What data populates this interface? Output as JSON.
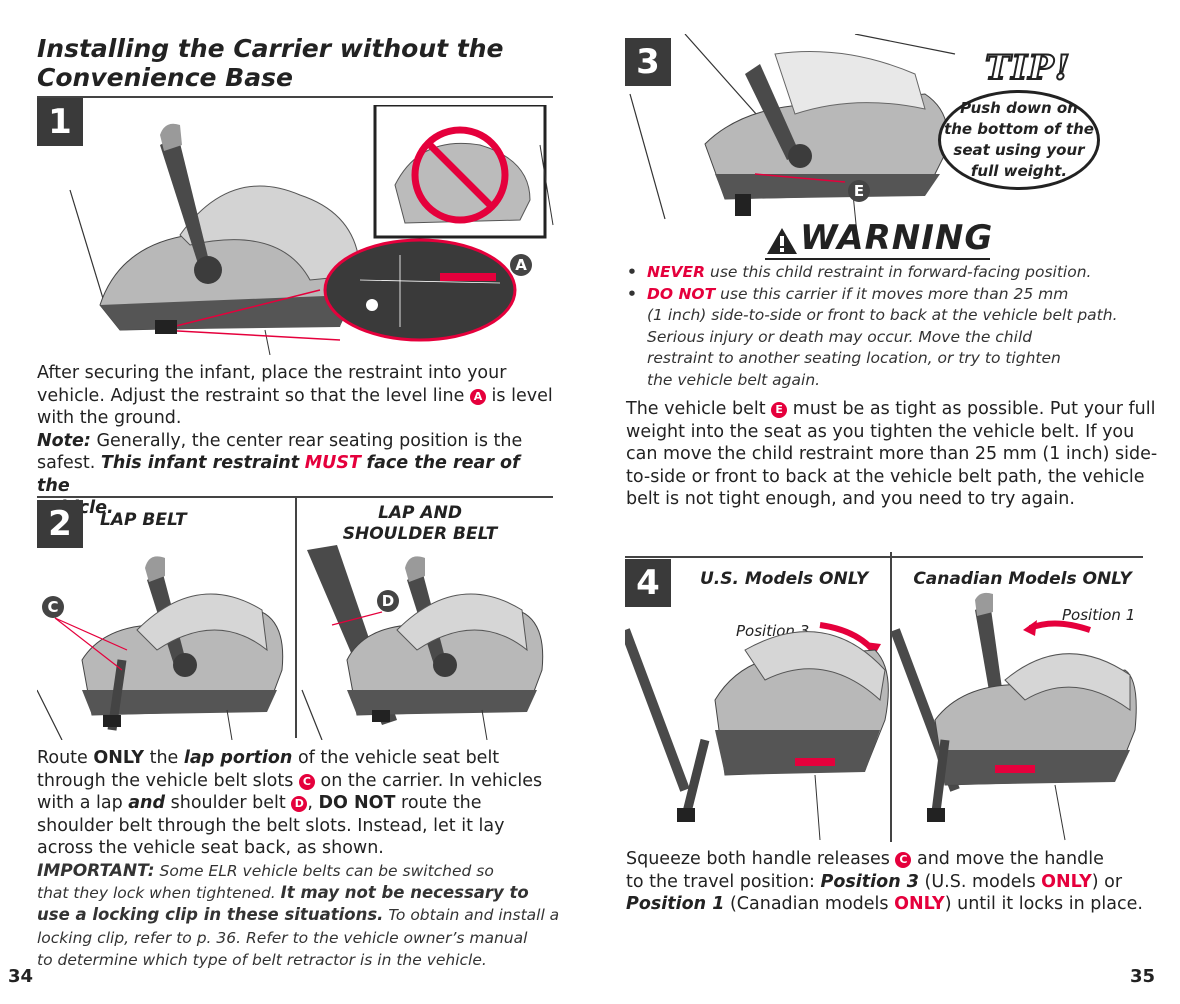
{
  "left": {
    "title_line1": "Installing the Carrier without the",
    "title_line2": "Convenience Base",
    "step1": {
      "number": "1",
      "callout": "A",
      "para1_a": "After securing the infant, place the restraint into your",
      "para1_b": "vehicle. Adjust the restraint so that the level line",
      "para1_c": "is level",
      "para1_d": "with the ground.",
      "note_label": "Note:",
      "note_a": "Generally, the center rear seating position is the",
      "note_b": "safest.",
      "must_a": "This infant restraint",
      "must_b": "MUST",
      "must_c": "face the rear of the",
      "must_d": "vehicle.",
      "inline_letter": "A"
    },
    "step2": {
      "number": "2",
      "head_lap": "LAP BELT",
      "head_shoulder_1": "LAP AND",
      "head_shoulder_2": "SHOULDER BELT",
      "callout_c": "C",
      "callout_d": "D",
      "l1_a": "Route",
      "l1_b": "ONLY",
      "l1_c": "the",
      "l1_d": "lap portion",
      "l1_e": "of the vehicle seat belt",
      "l2_a": "through the vehicle belt slots",
      "l2_b": "on the carrier. In vehicles",
      "l3_a": "with a lap",
      "l3_b": "and",
      "l3_c": "shoulder belt",
      "l3_d": ",",
      "l3_e": "DO NOT",
      "l3_f": "route the",
      "l4": "shoulder belt through the belt slots. Instead, let it lay",
      "l5": "across the vehicle seat back, as shown.",
      "imp_label": "IMPORTANT:",
      "imp_a": "Some ELR vehicle belts can be switched so",
      "imp_b1": "that they lock when tightened.",
      "imp_b2": "It may not be necessary to",
      "imp_c1": "use a locking clip in these situations.",
      "imp_c2": "To obtain and install a",
      "imp_d": "locking clip, refer to p. 36. Refer to the vehicle owner’s manual",
      "imp_e": "to determine which type of belt retractor is in the vehicle.",
      "letter_c": "C",
      "letter_d": "D"
    },
    "page_number": "34"
  },
  "right": {
    "step3": {
      "number": "3",
      "callout_e": "E",
      "tip_word": "TIP!",
      "tip_1": "Push down on",
      "tip_2": "the bottom of the",
      "tip_3": "seat using your",
      "tip_4": "full weight."
    },
    "warning": {
      "title": "WARNING",
      "b1_kw": "NEVER",
      "b1_text": "use this child restraint in forward-facing position.",
      "b2_kw": "DO NOT",
      "b2_text": "use this carrier if it moves more than 25 mm",
      "b2_l2": "(1 inch) side-to-side or front to back at the vehicle belt path.",
      "b2_l3": "Serious injury or death may occur. Move the child",
      "b2_l4": "restraint to another seating location, or try to tighten",
      "b2_l5": "the vehicle belt again."
    },
    "belt_para": {
      "l1_a": "The vehicle belt",
      "l1_b": "must be as tight as possible. Put your full",
      "l2": "weight into the seat as you tighten the vehicle belt. If you",
      "l3": "can move the child restraint more than 25 mm (1 inch) side-",
      "l4": "to-side or front to back at the vehicle belt path, the vehicle",
      "l5": "belt is not tight enough, and you need to try again.",
      "letter_e": "E"
    },
    "step4": {
      "number": "4",
      "head_us": "U.S. Models ONLY",
      "head_ca": "Canadian Models ONLY",
      "pos3": "Position 3",
      "pos1": "Position 1",
      "l1_a": "Squeeze both handle releases",
      "l1_b": "and move the handle",
      "l2_a": "to the travel position:",
      "l2_b": "Position 3",
      "l2_c": "(U.S. models",
      "l2_d": "ONLY",
      "l2_e": ") or",
      "l3_a": "Position 1",
      "l3_b": "(Canadian models",
      "l3_c": "ONLY",
      "l3_d": ") until it locks in place.",
      "letter_c": "C"
    },
    "page_number": "35"
  },
  "colors": {
    "accent": "#e5003c",
    "dark": "#3a3a3a"
  }
}
